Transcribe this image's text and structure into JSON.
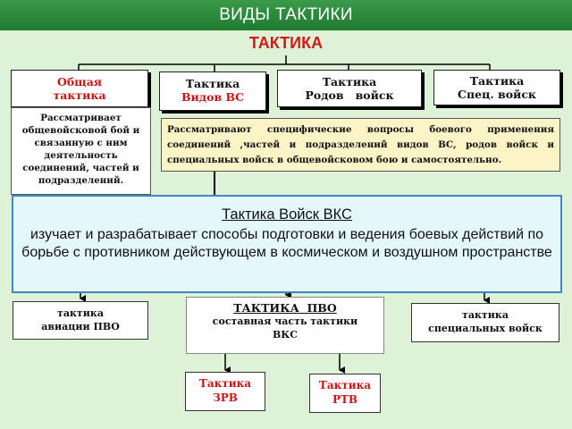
{
  "header": {
    "title": "ВИДЫ ТАКТИКИ"
  },
  "main": {
    "title": "ТАКТИКА"
  },
  "top_boxes": [
    {
      "line1": "Общая",
      "line2": "тактика"
    },
    {
      "line1": "Тактика",
      "line2": "Видов ВС"
    },
    {
      "line1": "Тактика",
      "line2": "Родов   войск"
    },
    {
      "line1": "Тактика",
      "line2": "Спец. войск"
    }
  ],
  "general_desc": "Рассматривает общевойсковой бой и связанную с ним деятельность соединений, частей и подразделений.",
  "specific_desc": "Рассматривают специфические вопросы боевого применения соединений ,частей и подразделений видов ВС, родов войск и специальных войск в общевойсковом бою и самостоятельно.",
  "vks": {
    "title": "Тактика Войск ВКС",
    "text": "изучает и разрабатывает способы подготовки и ведения боевых действий по борьбе с противником действующем в космическом и воздушном пространстве"
  },
  "lower_boxes": [
    {
      "line1": "тактика",
      "line2": "авиации ПВО"
    },
    {
      "line1": "ТАКТИКА  ПВО",
      "line2": "составная часть тактики",
      "line3": "ВКС"
    },
    {
      "line1": "тактика",
      "line2": "специальных войск"
    }
  ],
  "bottom_boxes": [
    {
      "line1": "Тактика",
      "line2": "ЗРВ"
    },
    {
      "line1": "Тактика",
      "line2": "РТВ"
    }
  ],
  "colors": {
    "background": "#ddf2d6",
    "header": "#2a8a3b",
    "accent_red": "#c81414",
    "yellow_panel": "#fcf3c6",
    "vks_panel": "#e4f7fb",
    "vks_border": "#3f87c4"
  }
}
